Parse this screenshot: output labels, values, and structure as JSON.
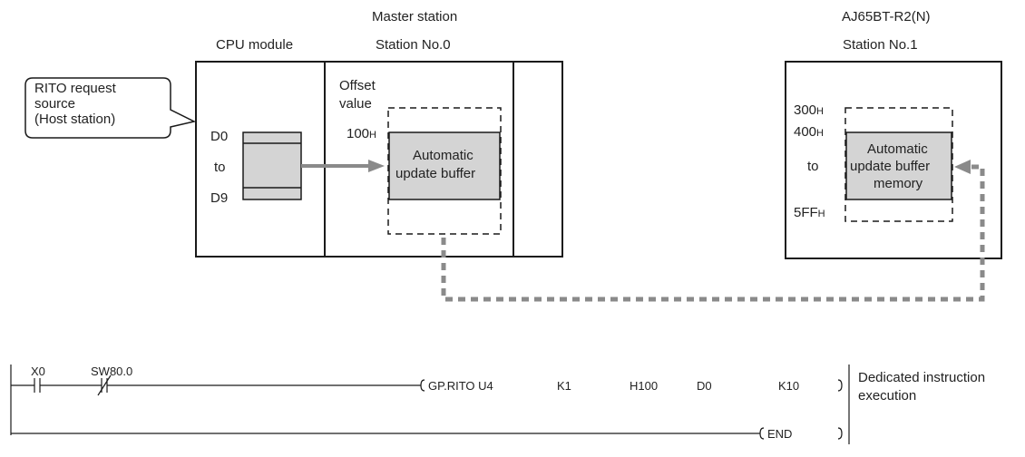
{
  "master": {
    "title": "Master station",
    "station_no": "Station No.0",
    "cpu_label": "CPU module",
    "offset_line1": "Offset",
    "offset_line2": "value",
    "addr_100": "100",
    "addr_suffix": "H",
    "buffer_line1": "Automatic",
    "buffer_line2": "update buffer",
    "d_start": "D0",
    "d_to": "to",
    "d_end": "D9"
  },
  "callout": {
    "line1": "RITO request",
    "line2": "source",
    "line3": "(Host station)"
  },
  "remote": {
    "title": "AJ65BT-R2(N)",
    "station_no": "Station No.1",
    "addr_300": "300",
    "addr_400": "400",
    "addr_to": "to",
    "addr_5ff": "5FF",
    "addr_suffix": "H",
    "buffer_line1": "Automatic",
    "buffer_line2": "update buffer",
    "buffer_line3": "memory"
  },
  "ladder": {
    "contact1": "X0",
    "contact2": "SW80.0",
    "instruction": "GP.RITO U4",
    "arg1": "K1",
    "arg2": "H100",
    "arg3": "D0",
    "arg4": "K10",
    "end": "END",
    "comment_line1": "Dedicated instruction",
    "comment_line2": "execution"
  }
}
